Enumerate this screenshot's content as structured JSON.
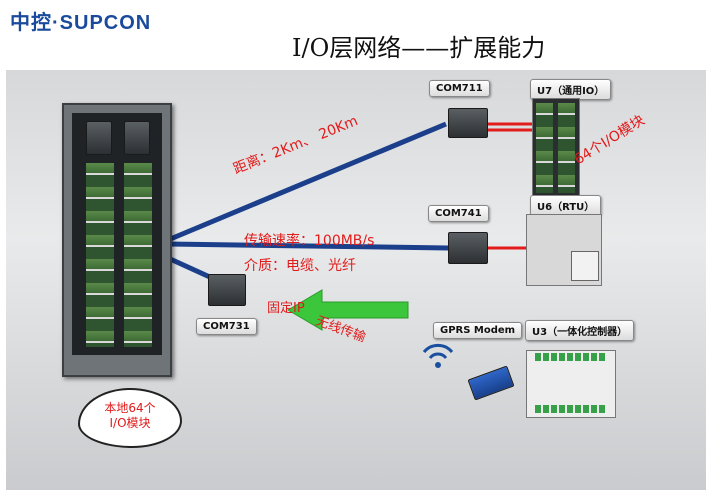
{
  "logo": {
    "cn": "中控",
    "sep": "·",
    "en": "SUPCON"
  },
  "title": "I/O层网络——扩展能力",
  "labels": {
    "com711": "COM711",
    "u7": "U7（通用IO）",
    "com741": "COM741",
    "u6": "U6（RTU）",
    "com731": "COM731",
    "gprs": "GPRS Modem",
    "u3": "U3（一体化控制器）"
  },
  "annotations": {
    "distance": "距离：2Km、 20Km",
    "io64": "64个I/O模块",
    "speed": "传输速率：100MB/s",
    "medium": "介质：电缆、光纤",
    "fixed_ip": "固定IP",
    "wireless": "无线传输",
    "local_line1": "本地64个",
    "local_line2": "I/O模块"
  },
  "colors": {
    "accent": "#e21b1b",
    "cable": "#1c3f8c",
    "arrow": "#3cc63c",
    "logo": "#1a4a9c"
  }
}
